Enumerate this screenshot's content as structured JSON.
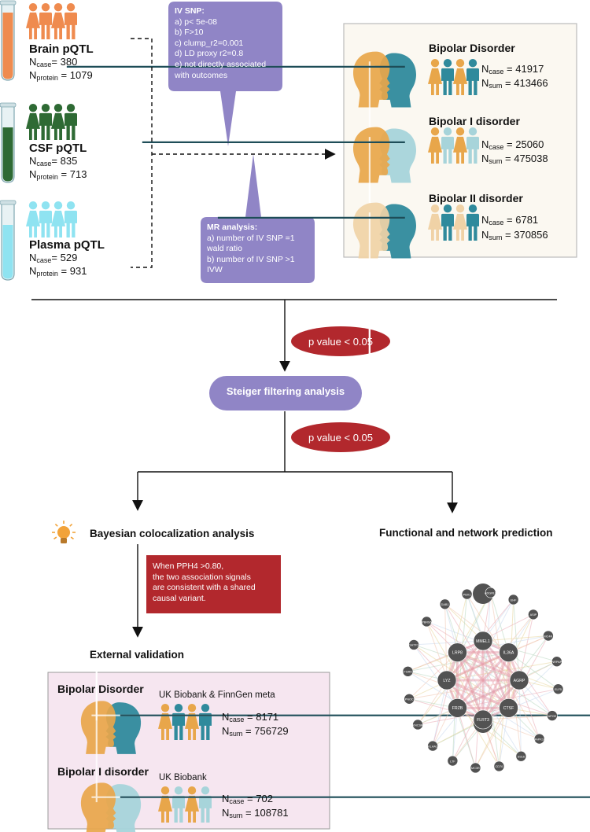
{
  "sources": [
    {
      "label": "Brain pQTL",
      "ncase": "380",
      "nprotein": "1079",
      "color": "#ef8b4f"
    },
    {
      "label": "CSF pQTL",
      "ncase": "835",
      "nprotein": "713",
      "color": "#2e6a34"
    },
    {
      "label": "Plasma pQTL",
      "ncase": "529",
      "nprotein": "931",
      "color": "#8fe3f1"
    }
  ],
  "n_case_label": "N",
  "n_case_sub": "case",
  "n_protein_sub": "protein",
  "n_sum_sub": "sum",
  "iv_snp": {
    "title": "IV SNP:",
    "lines": [
      "a) p< 5e-08",
      "b) F>10",
      "c) clump_r2=0.001",
      "d) LD proxy r2=0.8",
      "e) not directly associated",
      "with outcomes"
    ]
  },
  "mr_analysis": {
    "title": "MR analysis:",
    "lines": [
      "a) number of IV SNP =1",
      "wald ratio",
      "b) number of IV SNP >1",
      "IVW"
    ]
  },
  "outcomes": [
    {
      "label": "Bipolar Disorder",
      "ncase": "41917",
      "nsum": "413466"
    },
    {
      "label": "Bipolar I disorder",
      "ncase": "25060",
      "nsum": "475038"
    },
    {
      "label": "Bipolar II disorder",
      "ncase": "6781",
      "nsum": "370856"
    }
  ],
  "pvalue_label": "p value < 0.05",
  "steiger_label": "Steiger filtering analysis",
  "bayesian_label": "Bayesian colocalization analysis",
  "functional_label": "Functional and network prediction",
  "pph4_note": [
    "When PPH4 >0.80,",
    "the two association signals",
    "are consistent with a shared",
    "causal variant."
  ],
  "external_label": "External validation",
  "validation": [
    {
      "label": "Bipolar Disorder",
      "source": "UK Biobank & FinnGen meta",
      "ncase": "8171",
      "nsum": "756729"
    },
    {
      "label": "Bipolar I disorder",
      "source": "UK Biobank",
      "ncase": "702",
      "nsum": "108781"
    }
  ],
  "network_nodes": [
    "ADGRL3",
    "EHF",
    "ASIP",
    "MC4R",
    "NRPAP",
    "ELF5",
    "APOE",
    "MAPK10",
    "SS16",
    "CD70",
    "MC3R",
    "LTF",
    "KLHA1",
    "KNCSR",
    "PNOC",
    "FGR5",
    "SHTF1",
    "PBRS6",
    "DAB1",
    "PBX1",
    "MMEL1",
    "IL36A",
    "AGRP",
    "CTSF",
    "FLRT3",
    "FRZB",
    "LYZ",
    "LRP8"
  ],
  "colors": {
    "purple": "#9085c6",
    "red": "#b2282d",
    "head_orange": "#e8a64a",
    "head_teal": "#2f8a9c",
    "head_lightteal": "#a7d4da",
    "head_beige": "#f0d2a6",
    "panel_border": "#bbbbbb",
    "panel_bg": "#fbf8f1",
    "validation_bg": "#f6e6f0",
    "node_gray": "#525252"
  }
}
